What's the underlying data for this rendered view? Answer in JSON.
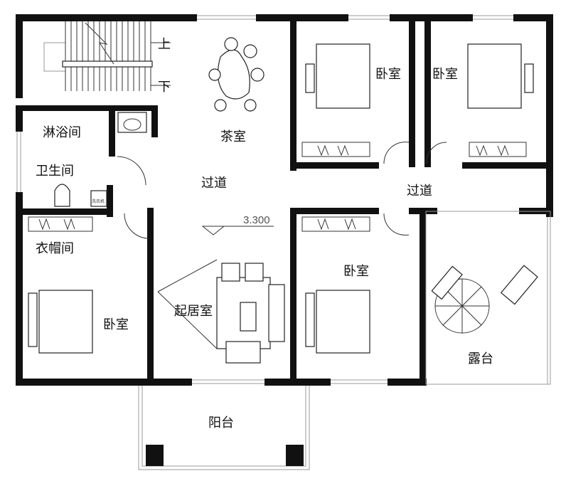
{
  "plan": {
    "rooms": {
      "tea_room": "茶室",
      "bedroom_top_left": "卧室",
      "bedroom_top_right": "卧室",
      "shower": "淋浴间",
      "washroom": "卫生间",
      "corridor_center": "过道",
      "corridor_right": "过道",
      "cloakroom": "衣帽间",
      "bedroom_left": "卧室",
      "living_room": "起居室",
      "bedroom_center": "卧室",
      "terrace": "露台",
      "balcony": "阳台"
    },
    "stairs": {
      "up": "上",
      "down": "下"
    },
    "elevation": "3.300",
    "washing_machine": "洗衣机"
  }
}
